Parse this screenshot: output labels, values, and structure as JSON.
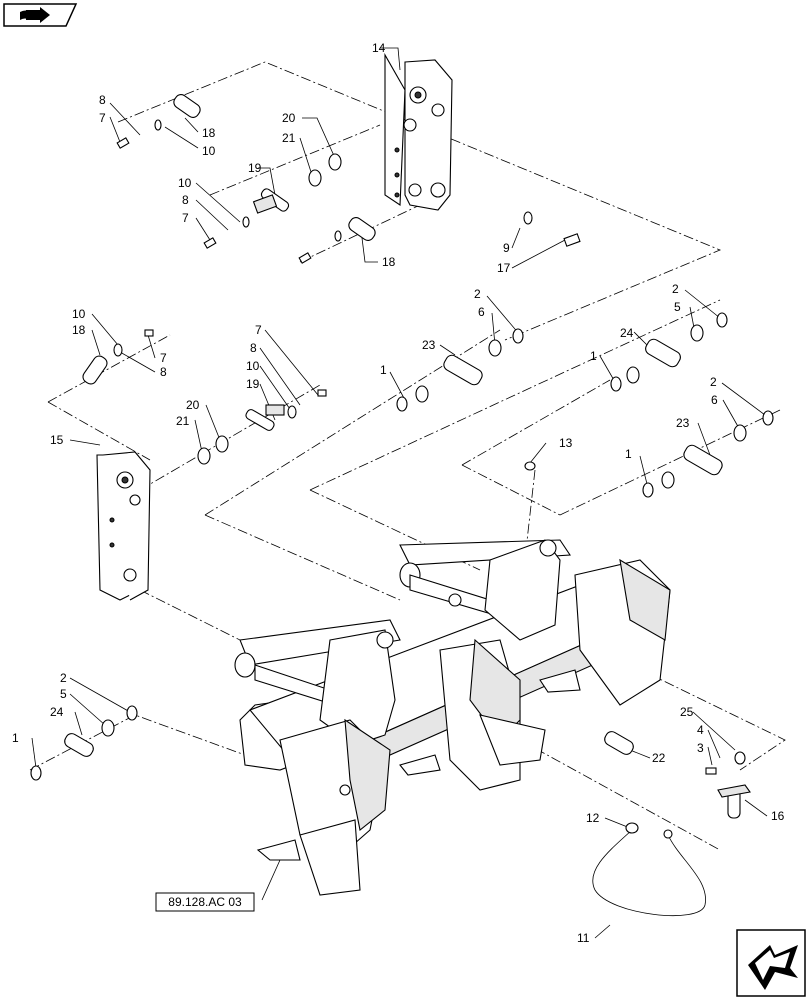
{
  "diagram": {
    "reference_label": "89.128.AC 03",
    "callouts": [
      "1",
      "2",
      "3",
      "4",
      "5",
      "6",
      "7",
      "8",
      "9",
      "10",
      "11",
      "12",
      "13",
      "14",
      "15",
      "16",
      "17",
      "18",
      "19",
      "20",
      "21",
      "22",
      "23",
      "24",
      "25"
    ]
  },
  "icons": {
    "top_left": "book-arrow-icon",
    "bottom_right": "next-page-arrow-icon"
  }
}
